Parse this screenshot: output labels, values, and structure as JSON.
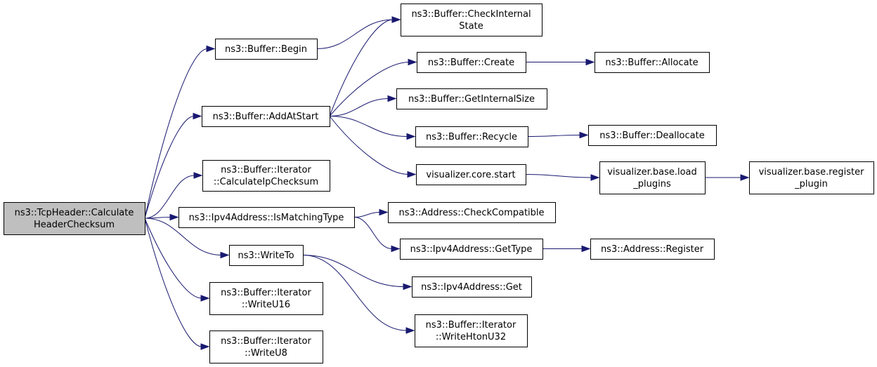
{
  "graph": {
    "edge_color": "#191970",
    "root_fill": "#bfbfbf",
    "nodes": [
      {
        "id": "calc",
        "lines": [
          "ns3::TcpHeader::Calculate",
          "HeaderChecksum"
        ],
        "root": true
      },
      {
        "id": "begin",
        "lines": [
          "ns3::Buffer::Begin"
        ]
      },
      {
        "id": "addatstart",
        "lines": [
          "ns3::Buffer::AddAtStart"
        ]
      },
      {
        "id": "calcip",
        "lines": [
          "ns3::Buffer::Iterator",
          "::CalculateIpChecksum"
        ]
      },
      {
        "id": "ismatching",
        "lines": [
          "ns3::Ipv4Address::IsMatchingType"
        ]
      },
      {
        "id": "writeto",
        "lines": [
          "ns3::WriteTo"
        ]
      },
      {
        "id": "writeu16",
        "lines": [
          "ns3::Buffer::Iterator",
          "::WriteU16"
        ]
      },
      {
        "id": "writeu8",
        "lines": [
          "ns3::Buffer::Iterator",
          "::WriteU8"
        ]
      },
      {
        "id": "checkinternal",
        "lines": [
          "ns3::Buffer::CheckInternal",
          "State"
        ]
      },
      {
        "id": "create",
        "lines": [
          "ns3::Buffer::Create"
        ]
      },
      {
        "id": "getinternalsize",
        "lines": [
          "ns3::Buffer::GetInternalSize"
        ]
      },
      {
        "id": "recycle",
        "lines": [
          "ns3::Buffer::Recycle"
        ]
      },
      {
        "id": "vcstart",
        "lines": [
          "visualizer.core.start"
        ]
      },
      {
        "id": "checkcompat",
        "lines": [
          "ns3::Address::CheckCompatible"
        ]
      },
      {
        "id": "gettype",
        "lines": [
          "ns3::Ipv4Address::GetType"
        ]
      },
      {
        "id": "ipv4get",
        "lines": [
          "ns3::Ipv4Address::Get"
        ]
      },
      {
        "id": "writehton",
        "lines": [
          "ns3::Buffer::Iterator",
          "::WriteHtonU32"
        ]
      },
      {
        "id": "allocate",
        "lines": [
          "ns3::Buffer::Allocate"
        ]
      },
      {
        "id": "deallocate",
        "lines": [
          "ns3::Buffer::Deallocate"
        ]
      },
      {
        "id": "loadplugins",
        "lines": [
          "visualizer.base.load",
          "_plugins"
        ]
      },
      {
        "id": "addrregister",
        "lines": [
          "ns3::Address::Register"
        ]
      },
      {
        "id": "registerplugin",
        "lines": [
          "visualizer.base.register",
          "_plugin"
        ]
      }
    ],
    "edges": [
      [
        "calc",
        "begin"
      ],
      [
        "calc",
        "addatstart"
      ],
      [
        "calc",
        "calcip"
      ],
      [
        "calc",
        "ismatching"
      ],
      [
        "calc",
        "writeto"
      ],
      [
        "calc",
        "writeu16"
      ],
      [
        "calc",
        "writeu8"
      ],
      [
        "begin",
        "checkinternal"
      ],
      [
        "addatstart",
        "checkinternal"
      ],
      [
        "addatstart",
        "create"
      ],
      [
        "addatstart",
        "getinternalsize"
      ],
      [
        "addatstart",
        "recycle"
      ],
      [
        "addatstart",
        "vcstart"
      ],
      [
        "create",
        "allocate"
      ],
      [
        "recycle",
        "deallocate"
      ],
      [
        "vcstart",
        "loadplugins"
      ],
      [
        "loadplugins",
        "registerplugin"
      ],
      [
        "ismatching",
        "checkcompat"
      ],
      [
        "ismatching",
        "gettype"
      ],
      [
        "gettype",
        "addrregister"
      ],
      [
        "writeto",
        "ipv4get"
      ],
      [
        "writeto",
        "writehton"
      ]
    ]
  }
}
